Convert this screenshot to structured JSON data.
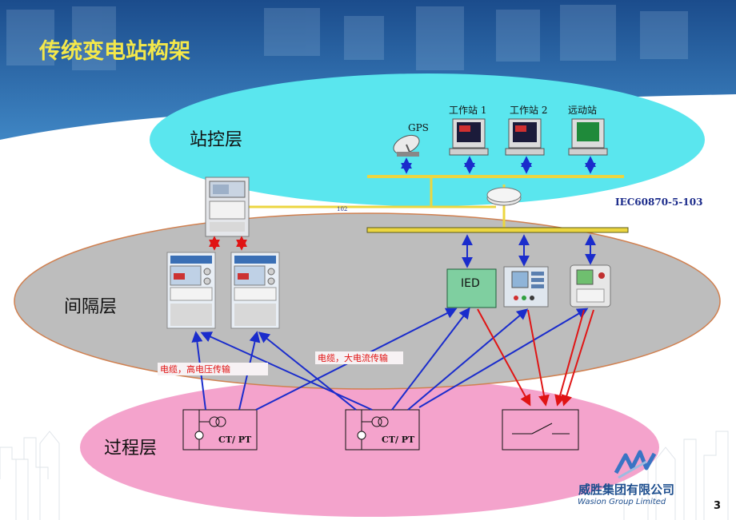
{
  "slide": {
    "title": "传统变电站构架",
    "page_number": "3"
  },
  "layers": {
    "station": "站控层",
    "bay": "间隔层",
    "process": "过程层"
  },
  "station_devices": {
    "gps": "GPS",
    "workstation1": "工作站 1",
    "workstation2": "工作站 2",
    "remote_station": "远动站"
  },
  "protocol": "IEC60870-5-103",
  "bus_small_label": "102",
  "ied_label": "IED",
  "cables": {
    "left": "电缆，高电压传输",
    "right": "电缆，大电流传输"
  },
  "ct_pt": {
    "left": "CT/ PT",
    "right": "CT/ PT"
  },
  "logo": {
    "cn": "威胜集团有限公司",
    "en": "Wasion Group Limited"
  },
  "colors": {
    "header_blue": "#1f4f8f",
    "station_ellipse": "#5ae6ee",
    "bay_ellipse": "#bdbdbd",
    "process_ellipse": "#f4a3cc",
    "bus_yellow": "#ecd640",
    "arrow_blue": "#1a2ccc",
    "arrow_red": "#e01414",
    "title_yellow": "#f4e84a"
  }
}
